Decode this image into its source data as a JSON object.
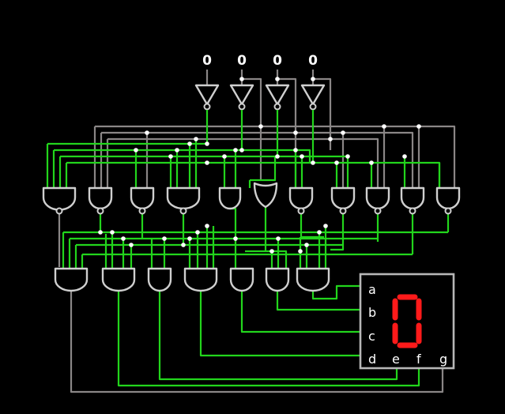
{
  "circuit": {
    "inputs": [
      {
        "id": "in-1",
        "value": "0"
      },
      {
        "id": "in-2",
        "value": "0"
      },
      {
        "id": "in-3",
        "value": "0"
      },
      {
        "id": "in-4",
        "value": "0"
      }
    ],
    "display": {
      "segment_labels": [
        "a",
        "b",
        "c",
        "d",
        "e",
        "f",
        "g"
      ],
      "shown_digit": "0",
      "segment_color": "#ff1a1a"
    },
    "colors": {
      "active_wire": "#22d51c",
      "inactive_wire": "#8a8686",
      "gate_outline": "#cfcfcf",
      "background": "#000000"
    }
  }
}
